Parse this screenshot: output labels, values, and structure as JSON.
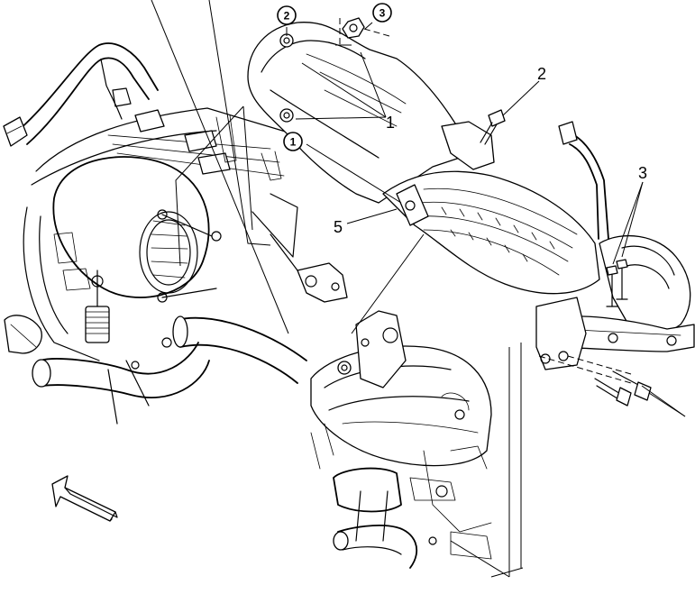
{
  "callouts": {
    "label_1": "1",
    "label_2": "2",
    "label_3": "3",
    "label_5": "5",
    "circled_1": "1",
    "circled_2": "2",
    "circled_3": "3"
  },
  "icons": {
    "direction_arrow": "front-direction-arrow-icon",
    "fastener": "bolt-icon",
    "nut": "nut-icon"
  },
  "colors": {
    "ink": "#000000",
    "paper": "#ffffff"
  }
}
